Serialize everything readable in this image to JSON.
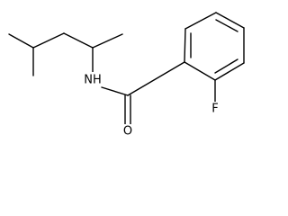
{
  "diagram": {
    "type": "chemical-structure",
    "atoms": {
      "nitrogen_label": "NH",
      "oxygen_label": "O",
      "fluorine_label": "F"
    }
  }
}
